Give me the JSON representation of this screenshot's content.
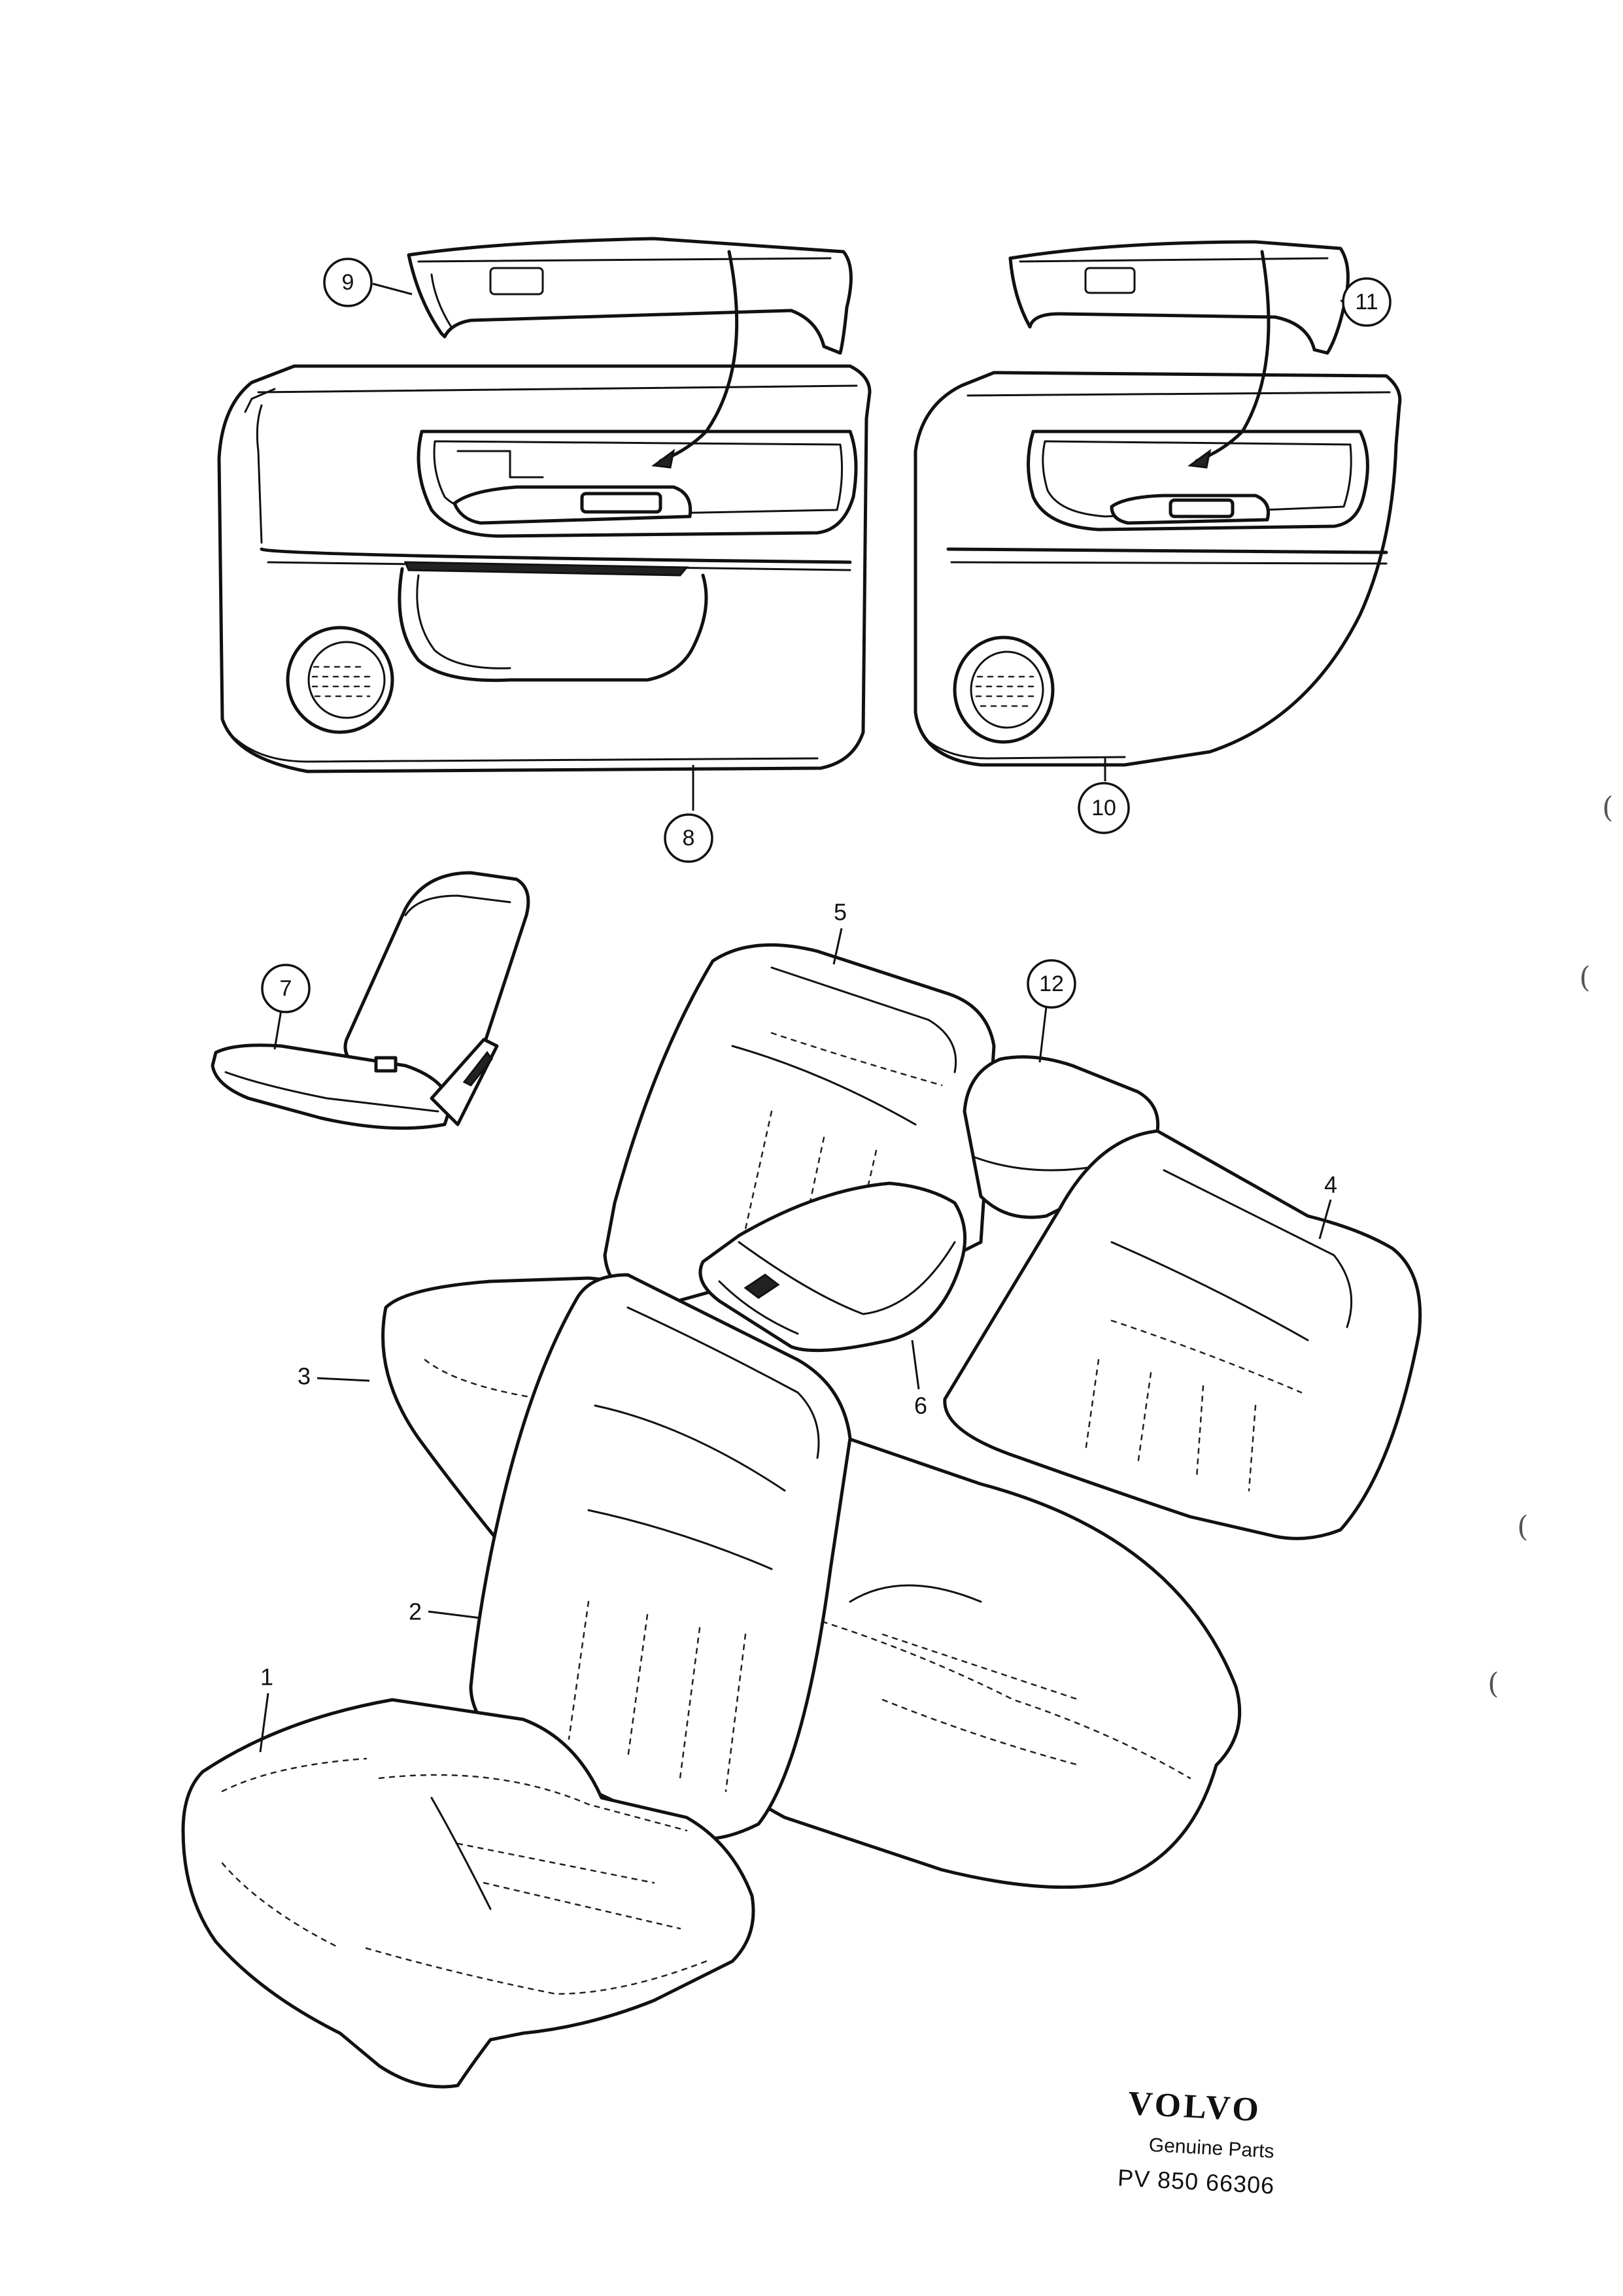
{
  "callouts": {
    "c1": "1",
    "c2": "2",
    "c3": "3",
    "c4": "4",
    "c5": "5",
    "c6": "6",
    "c7": "7",
    "c8": "8",
    "c9": "9",
    "c10": "10",
    "c11": "11",
    "c12": "12"
  },
  "logo": {
    "brand": "VOLVO",
    "subtitle": "Genuine Parts",
    "code": "PV 850  66306"
  },
  "icons": [
    "speaker-grille-icon",
    "door-handle-icon"
  ]
}
